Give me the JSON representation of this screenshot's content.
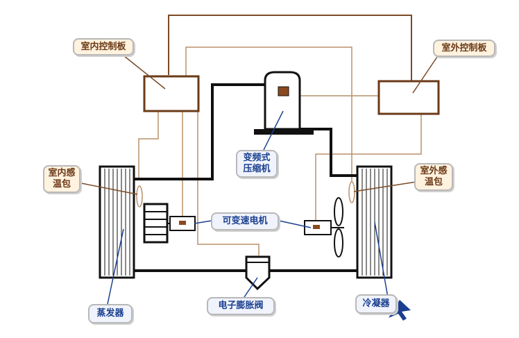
{
  "labels": {
    "indoor_control_board": "室内控制板",
    "outdoor_control_board": "室外控制板",
    "indoor_temp_sensor": [
      "室内感",
      "温包"
    ],
    "outdoor_temp_sensor": [
      "室外感",
      "温包"
    ],
    "inverter_compressor": [
      "变频式",
      "压缩机"
    ],
    "variable_speed_motor": "可变速电机",
    "evaporator": "蒸发器",
    "electronic_expansion_valve": "电子膨胀阀",
    "condenser": "冷凝器"
  },
  "colors": {
    "pipe": "#111111",
    "signal_wire": "#7a4a25",
    "thin_wire": "#b8906a",
    "callout_brown_text": "#6b3a17",
    "callout_blue_text": "#1a3f8f",
    "leader_blue": "#1a3f8f",
    "leader_brown": "#7a4a25"
  }
}
